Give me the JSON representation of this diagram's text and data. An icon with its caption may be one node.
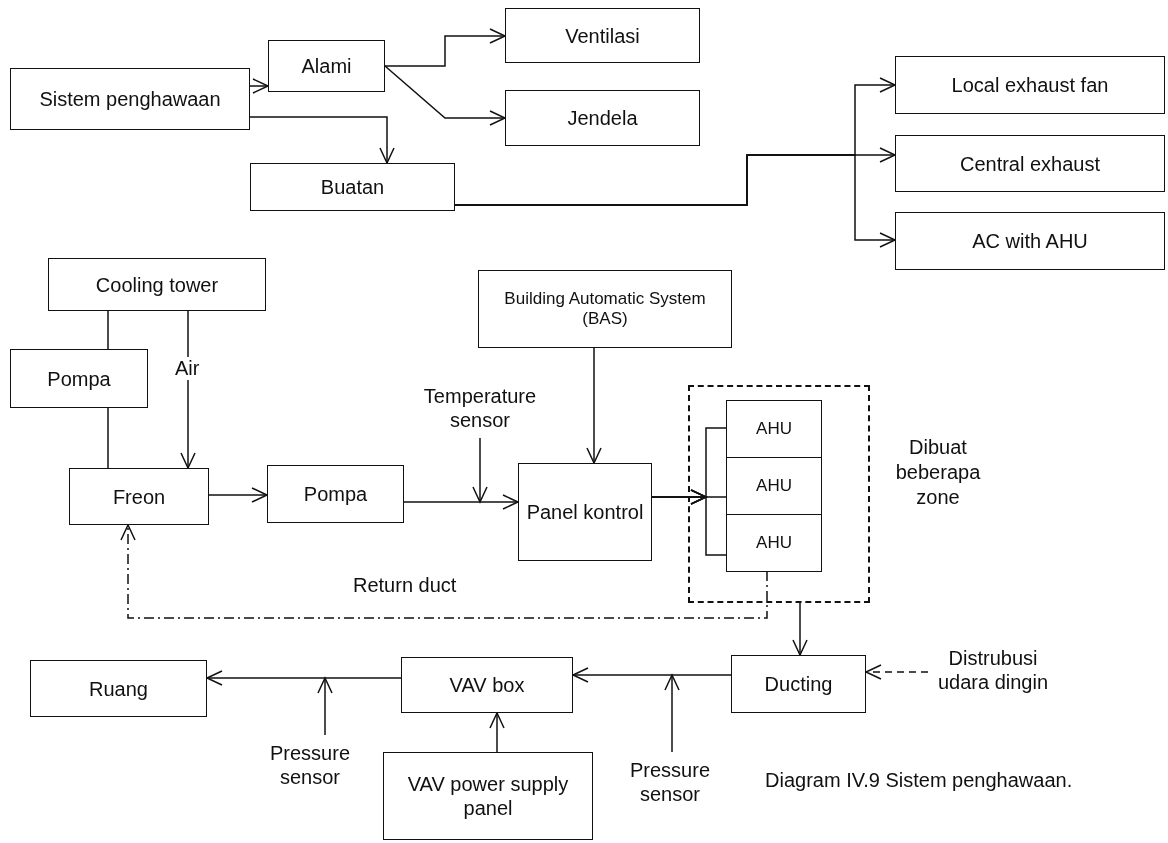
{
  "diagram": {
    "caption": "Diagram IV.9 Sistem penghawaan.",
    "nodes": [
      {
        "text": [
          "Sistem penghawaan"
        ]
      },
      {
        "text": [
          "Alami"
        ]
      },
      {
        "text": [
          "Ventilasi"
        ]
      },
      {
        "text": [
          "Jendela"
        ]
      },
      {
        "text": [
          "Buatan"
        ]
      },
      {
        "text": [
          "Local exhaust fan"
        ]
      },
      {
        "text": [
          "Central exhaust"
        ]
      },
      {
        "text": [
          "AC with AHU"
        ]
      },
      {
        "text": [
          "Cooling tower"
        ]
      },
      {
        "text": [
          "Pompa"
        ]
      },
      {
        "text": [
          "Freon"
        ]
      },
      {
        "text": [
          "Pompa"
        ]
      },
      {
        "text": [
          "Temperature sensor"
        ]
      },
      {
        "text": [
          "Building Automatic System (BAS)"
        ]
      },
      {
        "text": [
          "Panel kontrol"
        ]
      },
      {
        "text": [],
        "shape": "box",
        "beside": [
          "Dibuat beberapa zone"
        ]
      },
      {
        "text": [
          "AHU"
        ],
        "in": 15
      },
      {
        "text": [
          "AHU"
        ],
        "in": 15
      },
      {
        "text": [
          "AHU"
        ],
        "in": 15
      },
      {
        "text": [
          "Ducting"
        ]
      },
      {
        "text": [
          "Distrubusi udara dingin"
        ]
      },
      {
        "text": [
          "VAV box"
        ]
      },
      {
        "text": [
          "Ruang"
        ]
      },
      {
        "text": [
          "VAV power supply panel"
        ]
      },
      {
        "text": [
          "Pressure sensor"
        ]
      },
      {
        "text": [
          "Pressure sensor"
        ]
      }
    ],
    "edges": [
      {
        "from": 0,
        "to": 1,
        "arrow": "to"
      },
      {
        "from": 1,
        "to": 2,
        "arrow": "to"
      },
      {
        "from": 1,
        "to": 3,
        "arrow": "to"
      },
      {
        "from": 0,
        "to": 4,
        "arrow": "to"
      },
      {
        "from": 4,
        "to": 5,
        "arrow": "to"
      },
      {
        "from": 4,
        "to": 6,
        "arrow": "to"
      },
      {
        "from": 4,
        "to": 7,
        "arrow": "to"
      },
      {
        "from": 8,
        "to": 9,
        "arrow": "none"
      },
      {
        "from": 9,
        "to": 10,
        "arrow": "none"
      },
      {
        "from": 8,
        "to": 10,
        "arrow": "to",
        "label": "Air"
      },
      {
        "from": 10,
        "to": 11,
        "arrow": "to"
      },
      {
        "from": 11,
        "to": 14,
        "arrow": "to"
      },
      {
        "from": 12,
        "to": null,
        "arrow": "to"
      },
      {
        "from": 13,
        "to": 14,
        "arrow": "to"
      },
      {
        "from": 14,
        "to": 16,
        "arrow": "to"
      },
      {
        "from": 14,
        "to": 17,
        "arrow": "to"
      },
      {
        "from": 14,
        "to": 18,
        "arrow": "to"
      },
      {
        "from": 18,
        "to": 10,
        "arrow": "to",
        "label": "Return duct",
        "style": "dashed"
      },
      {
        "from": 15,
        "to": 19,
        "arrow": "to"
      },
      {
        "from": 20,
        "to": 19,
        "arrow": "to",
        "style": "dashed"
      },
      {
        "from": 19,
        "to": 21,
        "arrow": "to"
      },
      {
        "from": 21,
        "to": 22,
        "arrow": "to"
      },
      {
        "from": 23,
        "to": 21,
        "arrow": "to"
      },
      {
        "from": 24,
        "to": null,
        "arrow": "to"
      },
      {
        "from": 25,
        "to": null,
        "arrow": "to"
      }
    ]
  }
}
